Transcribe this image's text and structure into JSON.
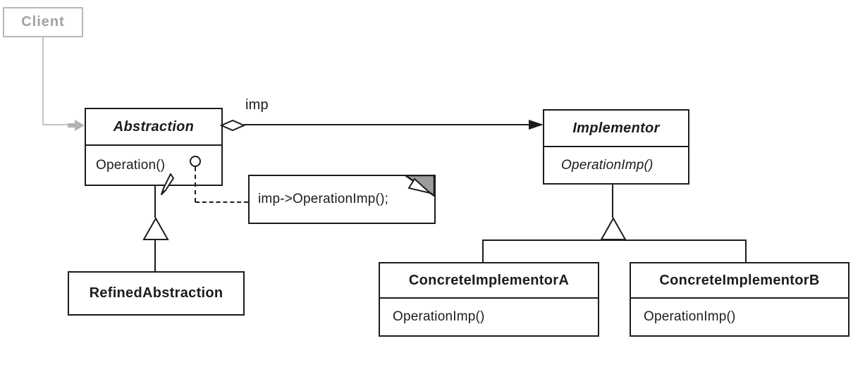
{
  "diagram_type": "uml-class-diagram",
  "classes": {
    "client": {
      "name": "Client"
    },
    "abstraction": {
      "name": "Abstraction",
      "method": "Operation()"
    },
    "implementor": {
      "name": "Implementor",
      "method": "OperationImp()"
    },
    "refined_abstraction": {
      "name": "RefinedAbstraction"
    },
    "concrete_implementor_a": {
      "name": "ConcreteImplementorA",
      "method": "OperationImp()"
    },
    "concrete_implementor_b": {
      "name": "ConcreteImplementorB",
      "method": "OperationImp()"
    }
  },
  "note": {
    "text": "imp->OperationImp();"
  },
  "labels": {
    "association": "imp"
  },
  "colors": {
    "ink": "#1c1c1c",
    "client_border": "#b7b7b7",
    "client_text": "#a2a2a2",
    "client_arrow": "#b3b3b3",
    "note_fold": "#9c9c9c",
    "background": "#ffffff"
  }
}
